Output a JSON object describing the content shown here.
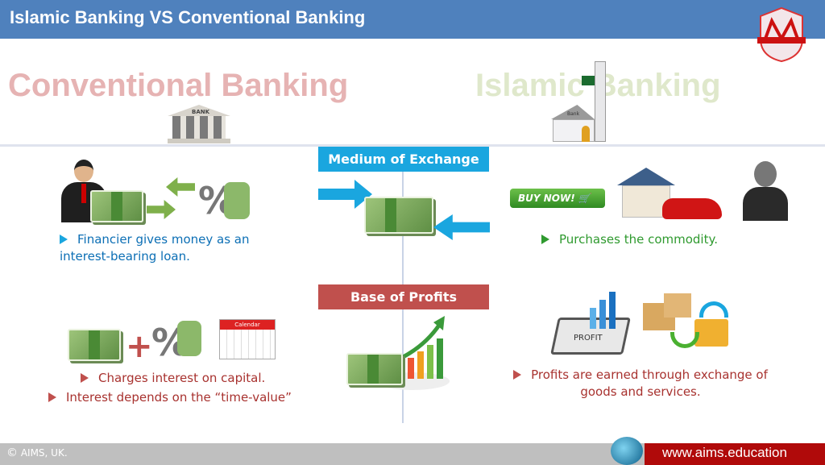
{
  "header": {
    "title": "Islamic Banking VS Conventional Banking"
  },
  "columns": {
    "conventional_title": "Conventional Banking",
    "islamic_title": "Islamic Banking"
  },
  "icons": {
    "bank_sign": "BANK",
    "islamic_bank_sign": "Bank",
    "buy_now": "BUY NOW!",
    "calendar": "Calendar",
    "profit": "PROFIT",
    "percent": "%"
  },
  "sections": {
    "medium": "Medium of Exchange",
    "profits": "Base of Profits"
  },
  "conventional": {
    "medium_text": "Financier gives money as an interest-bearing loan.",
    "profit_points": [
      "Charges interest on capital.",
      "Interest depends on the “time-value”"
    ]
  },
  "islamic": {
    "medium_text": "Purchases the commodity.",
    "profit_text": "Profits are earned through exchange of goods and services."
  },
  "footer": {
    "copyright": "AIMS, UK.",
    "url": "www.aims.education"
  },
  "colors": {
    "header": "#4f81bd",
    "medium": "#1aa6df",
    "profits": "#c0504d",
    "footer_red": "#b00a0a"
  }
}
